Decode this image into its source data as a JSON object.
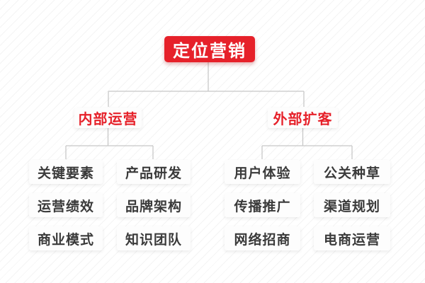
{
  "diagram": {
    "root": {
      "label": "定位营销"
    },
    "branches": [
      {
        "label": "内部运营",
        "children": [
          {
            "label": "关键要素"
          },
          {
            "label": "产品研发"
          },
          {
            "label": "运营绩效"
          },
          {
            "label": "品牌架构"
          },
          {
            "label": "商业模式"
          },
          {
            "label": "知识团队"
          }
        ]
      },
      {
        "label": "外部扩客",
        "children": [
          {
            "label": "用户体验"
          },
          {
            "label": "公关种草"
          },
          {
            "label": "传播推广"
          },
          {
            "label": "渠道规划"
          },
          {
            "label": "网络招商"
          },
          {
            "label": "电商运营"
          }
        ]
      }
    ]
  },
  "colors": {
    "accent_red": "#e6212a",
    "node_text": "#3a3a3a",
    "node_bg": "#fdfdfd",
    "connector_line": "#c8c8c8",
    "background": "#ffffff"
  }
}
